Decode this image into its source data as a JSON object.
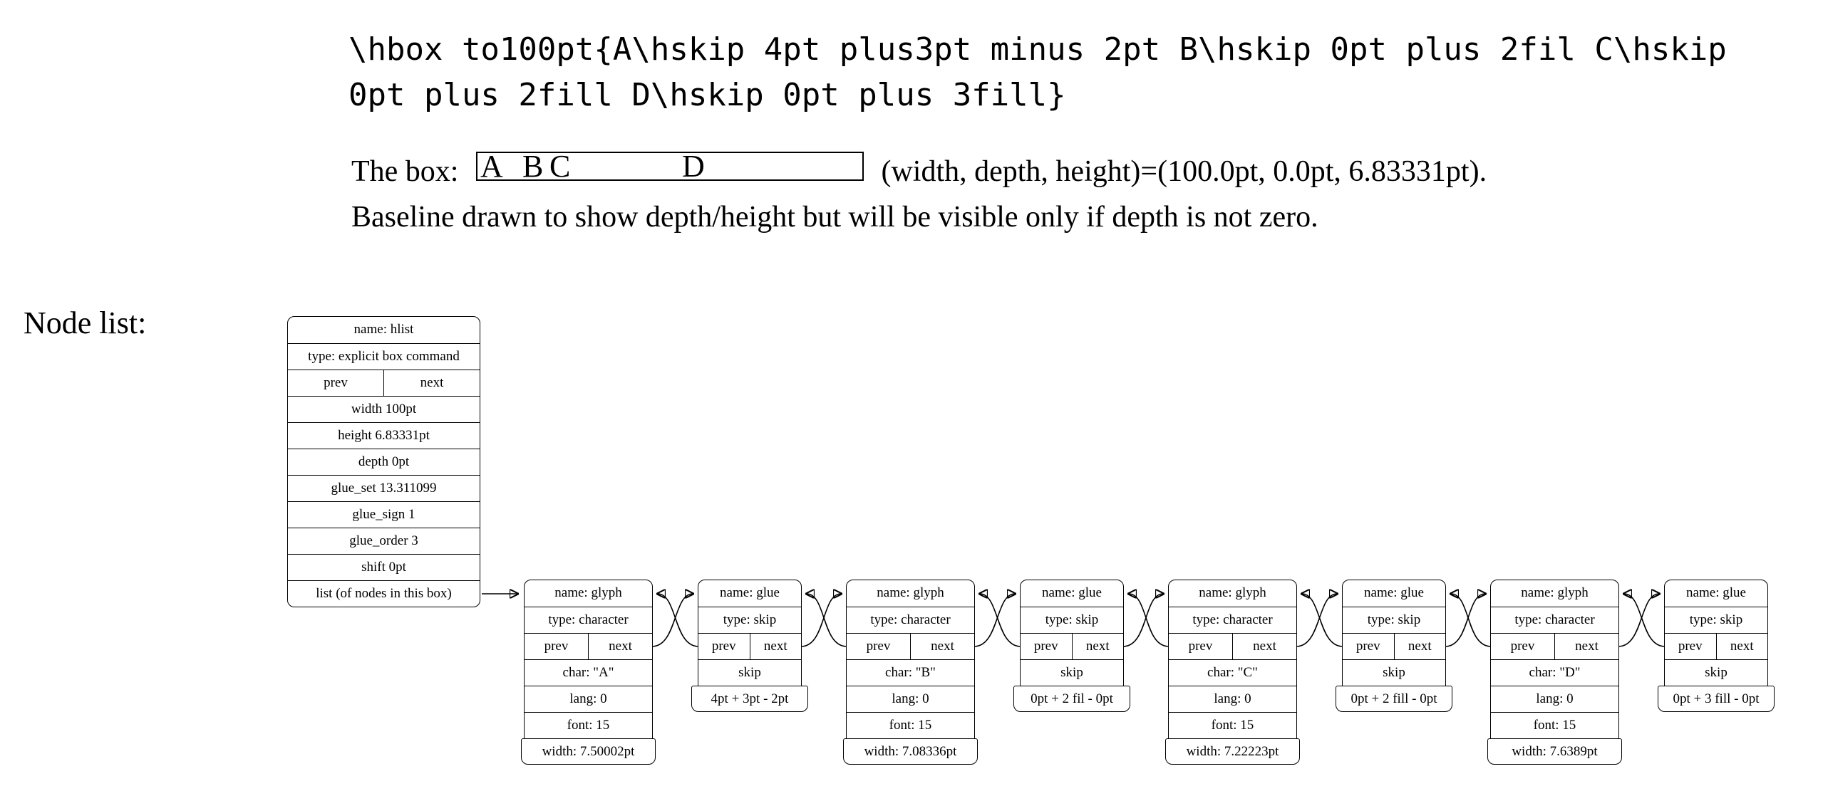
{
  "code": {
    "line1": "\\hbox to100pt{A\\hskip 4pt plus3pt minus 2pt B\\hskip 0pt plus 2fil C\\hskip",
    "line2": "0pt plus 2fill D\\hskip 0pt plus 3fill}"
  },
  "intro": {
    "prefix": "The box:",
    "metrics": "(width, depth, height)=(100.0pt, 0.0pt, 6.83331pt).",
    "line2": "Baseline drawn to show depth/height but will be visible only if depth is not zero.",
    "box_letters": {
      "a": "A",
      "b": "B",
      "c": "C",
      "d": "D"
    }
  },
  "node_list_label": "Node list:",
  "hlist": {
    "name": "name: hlist",
    "type": "type: explicit box command",
    "prev": "prev",
    "next": "next",
    "width": "width 100pt",
    "height": "height 6.83331pt",
    "depth": "depth 0pt",
    "glue_set": "glue_set 13.311099",
    "glue_sign": "glue_sign 1",
    "glue_order": "glue_order 3",
    "shift": "shift 0pt",
    "list": "list (of nodes in this box)"
  },
  "chain": [
    {
      "name": "name: glyph",
      "type": "type: character",
      "prev": "prev",
      "next": "next",
      "r1": "char: \"A\"",
      "r2": "lang: 0",
      "r3": "font: 15",
      "foot": "width: 7.50002pt"
    },
    {
      "name": "name: glue",
      "type": "type: skip",
      "prev": "prev",
      "next": "next",
      "r1": "skip",
      "foot": "4pt + 3pt - 2pt"
    },
    {
      "name": "name: glyph",
      "type": "type: character",
      "prev": "prev",
      "next": "next",
      "r1": "char: \"B\"",
      "r2": "lang: 0",
      "r3": "font: 15",
      "foot": "width: 7.08336pt"
    },
    {
      "name": "name: glue",
      "type": "type: skip",
      "prev": "prev",
      "next": "next",
      "r1": "skip",
      "foot": "0pt + 2 fil - 0pt"
    },
    {
      "name": "name: glyph",
      "type": "type: character",
      "prev": "prev",
      "next": "next",
      "r1": "char: \"C\"",
      "r2": "lang: 0",
      "r3": "font: 15",
      "foot": "width: 7.22223pt"
    },
    {
      "name": "name: glue",
      "type": "type: skip",
      "prev": "prev",
      "next": "next",
      "r1": "skip",
      "foot": "0pt + 2 fill - 0pt"
    },
    {
      "name": "name: glyph",
      "type": "type: character",
      "prev": "prev",
      "next": "next",
      "r1": "char: \"D\"",
      "r2": "lang: 0",
      "r3": "font: 15",
      "foot": "width: 7.6389pt"
    },
    {
      "name": "name: glue",
      "type": "type: skip",
      "prev": "prev",
      "next": "next",
      "r1": "skip",
      "foot": "0pt + 3 fill - 0pt"
    }
  ]
}
